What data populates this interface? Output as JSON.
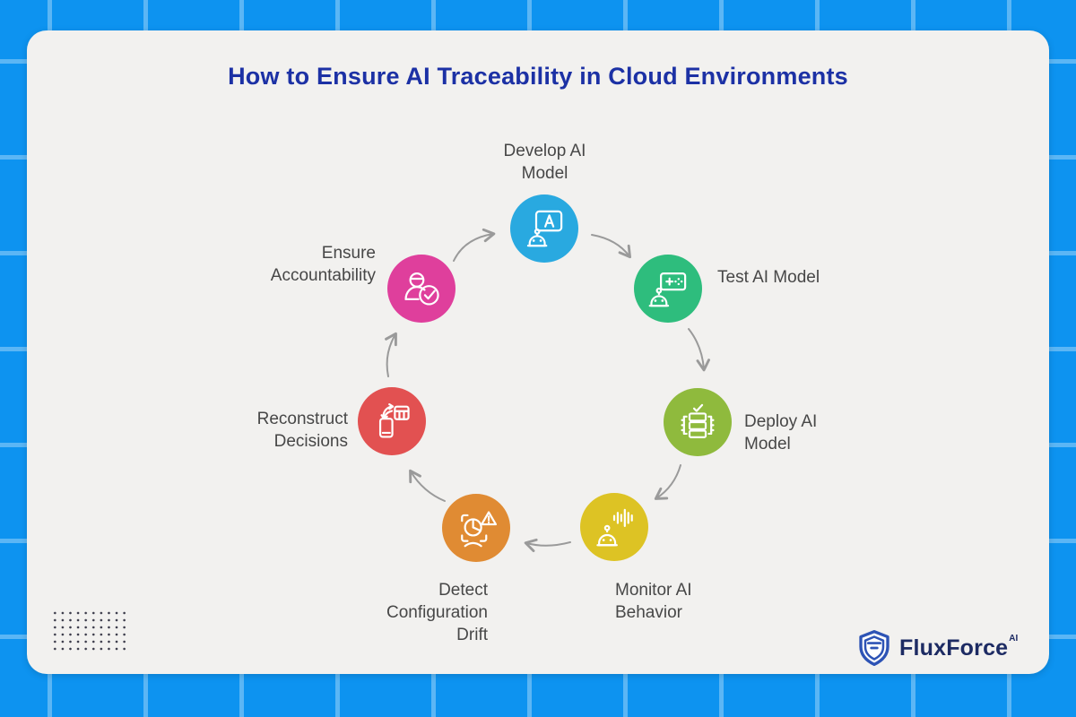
{
  "title": "How to Ensure AI Traceability in Cloud Environments",
  "steps": [
    {
      "label": "Develop AI\nModel",
      "color": "#29a9e0",
      "icon": "robot-screen-a-icon"
    },
    {
      "label": "Test AI Model",
      "color": "#2ebd7d",
      "icon": "robot-test-panel-icon"
    },
    {
      "label": "Deploy AI\nModel",
      "color": "#8fba3d",
      "icon": "server-check-icon"
    },
    {
      "label": "Monitor AI\nBehavior",
      "color": "#ddc324",
      "icon": "robot-waveform-icon"
    },
    {
      "label": "Detect\nConfiguration\nDrift",
      "color": "#e08b33",
      "icon": "scan-warning-icon"
    },
    {
      "label": "Reconstruct\nDecisions",
      "color": "#e25151",
      "icon": "device-swap-calculator-icon"
    },
    {
      "label": "Ensure\nAccountability",
      "color": "#df3f9c",
      "icon": "person-check-icon"
    }
  ],
  "arrow_color": "#9a9a9a",
  "logo": {
    "brand": "FluxForce",
    "suffix": "AI",
    "shield_color": "#2d53b5",
    "text_color": "#1d2b63"
  }
}
